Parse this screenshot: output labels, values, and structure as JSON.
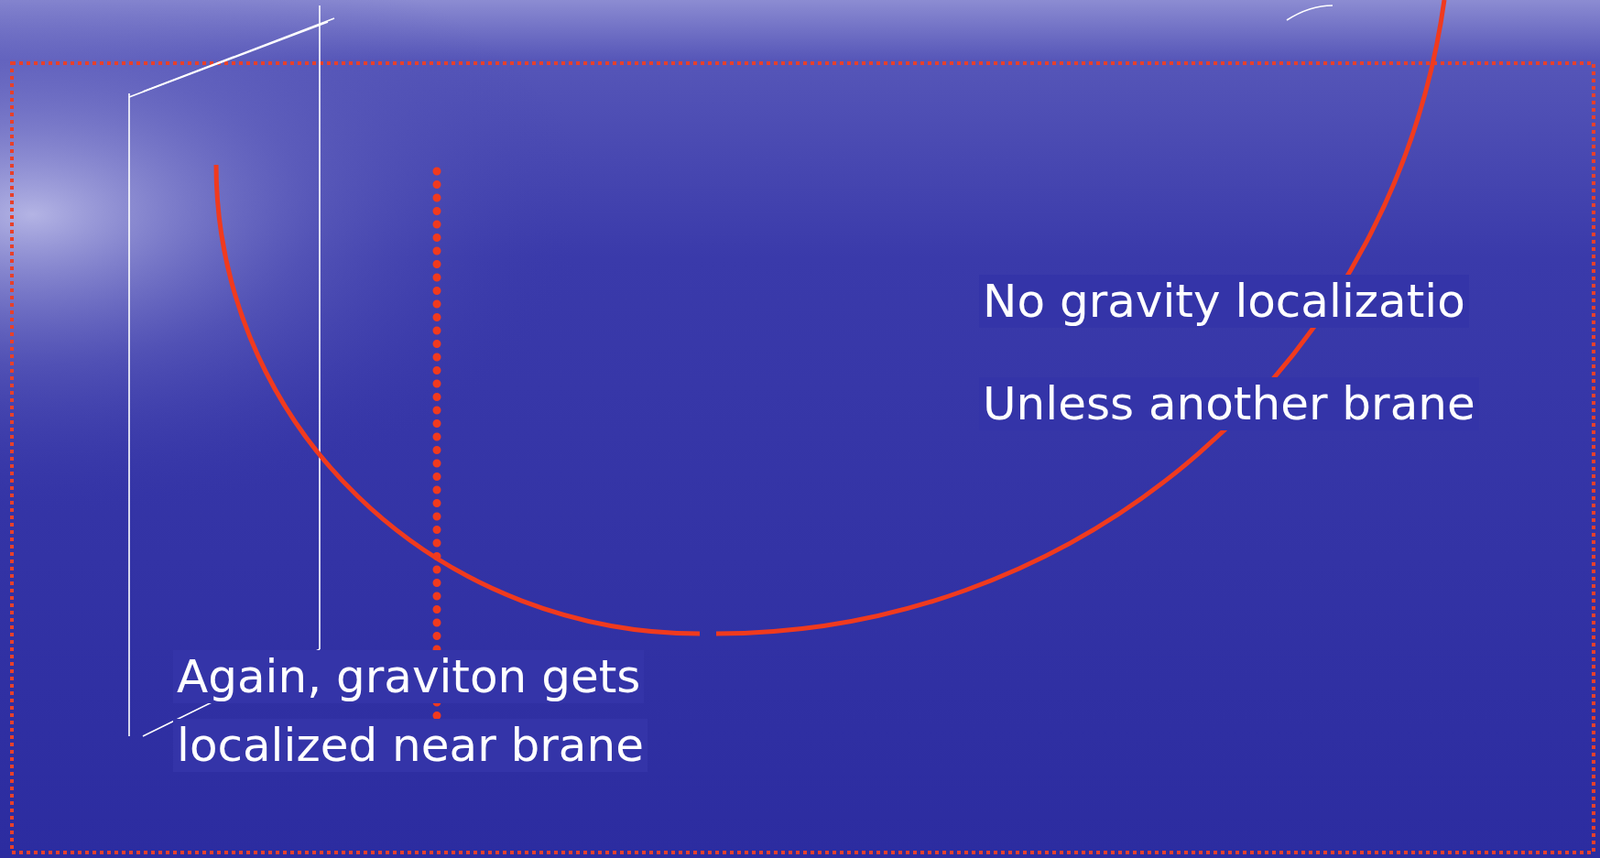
{
  "diagram": {
    "labels": [
      "No gravity localizatio",
      "Unless another brane",
      "Again, graviton gets localized near brane"
    ]
  }
}
